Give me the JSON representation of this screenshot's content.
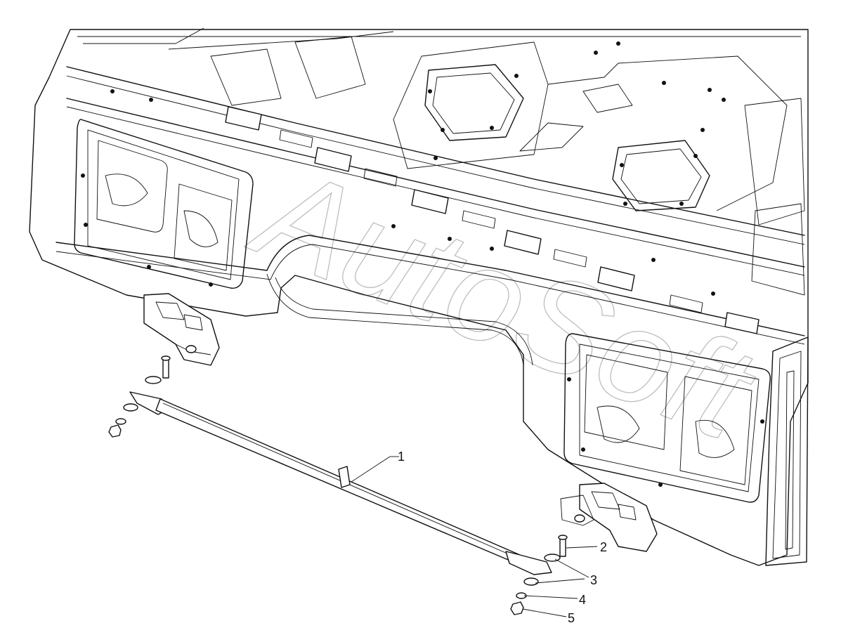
{
  "watermark": "AutoSoft",
  "callouts": [
    {
      "id": "1",
      "label": "1"
    },
    {
      "id": "2",
      "label": "2"
    },
    {
      "id": "3",
      "label": "3"
    },
    {
      "id": "4",
      "label": "4"
    },
    {
      "id": "5",
      "label": "5"
    }
  ]
}
